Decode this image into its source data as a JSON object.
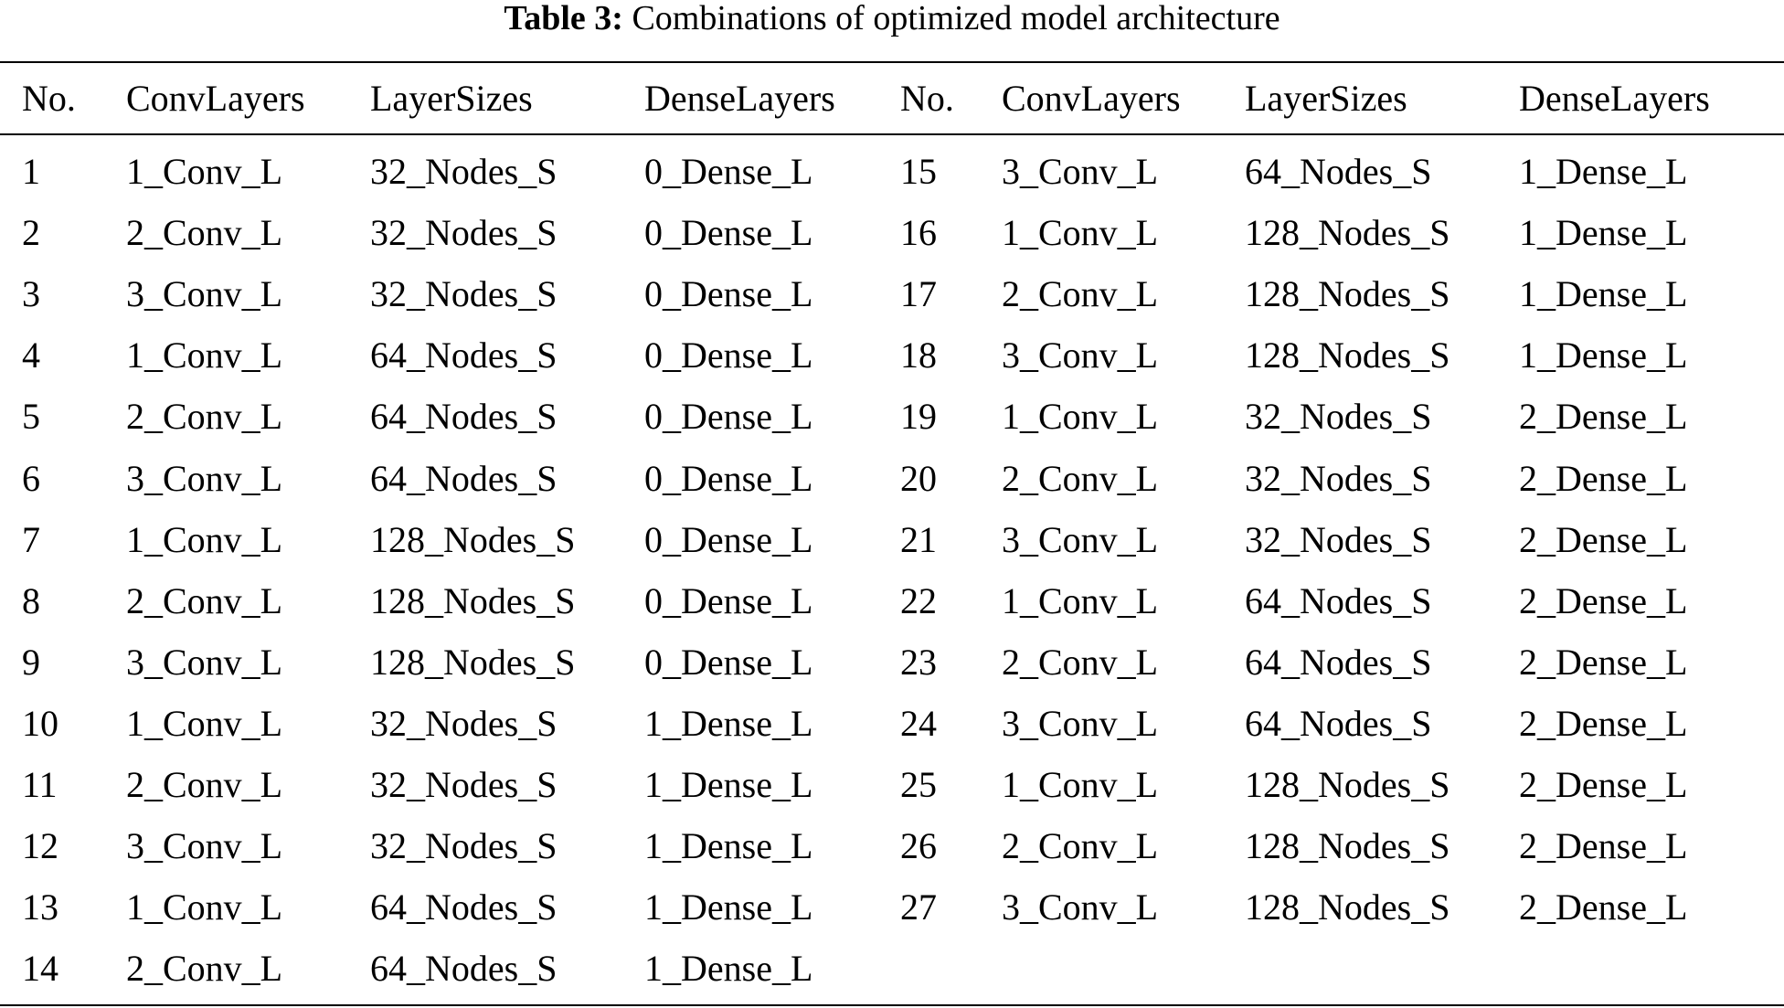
{
  "caption": {
    "label": "Table 3:",
    "text": "Combinations of optimized model architecture"
  },
  "columns": [
    "No.",
    "ConvLayers",
    "LayerSizes",
    "DenseLayers",
    "No.",
    "ConvLayers",
    "LayerSizes",
    "DenseLayers"
  ],
  "rows": [
    [
      "1",
      "1_Conv_L",
      "32_Nodes_S",
      "0_Dense_L",
      "15",
      "3_Conv_L",
      "64_Nodes_S",
      "1_Dense_L"
    ],
    [
      "2",
      "2_Conv_L",
      "32_Nodes_S",
      "0_Dense_L",
      "16",
      "1_Conv_L",
      "128_Nodes_S",
      "1_Dense_L"
    ],
    [
      "3",
      "3_Conv_L",
      "32_Nodes_S",
      "0_Dense_L",
      "17",
      "2_Conv_L",
      "128_Nodes_S",
      "1_Dense_L"
    ],
    [
      "4",
      "1_Conv_L",
      "64_Nodes_S",
      "0_Dense_L",
      "18",
      "3_Conv_L",
      "128_Nodes_S",
      "1_Dense_L"
    ],
    [
      "5",
      "2_Conv_L",
      "64_Nodes_S",
      "0_Dense_L",
      "19",
      "1_Conv_L",
      "32_Nodes_S",
      "2_Dense_L"
    ],
    [
      "6",
      "3_Conv_L",
      "64_Nodes_S",
      "0_Dense_L",
      "20",
      "2_Conv_L",
      "32_Nodes_S",
      "2_Dense_L"
    ],
    [
      "7",
      "1_Conv_L",
      "128_Nodes_S",
      "0_Dense_L",
      "21",
      "3_Conv_L",
      "32_Nodes_S",
      "2_Dense_L"
    ],
    [
      "8",
      "2_Conv_L",
      "128_Nodes_S",
      "0_Dense_L",
      "22",
      "1_Conv_L",
      "64_Nodes_S",
      "2_Dense_L"
    ],
    [
      "9",
      "3_Conv_L",
      "128_Nodes_S",
      "0_Dense_L",
      "23",
      "2_Conv_L",
      "64_Nodes_S",
      "2_Dense_L"
    ],
    [
      "10",
      "1_Conv_L",
      "32_Nodes_S",
      "1_Dense_L",
      "24",
      "3_Conv_L",
      "64_Nodes_S",
      "2_Dense_L"
    ],
    [
      "11",
      "2_Conv_L",
      "32_Nodes_S",
      "1_Dense_L",
      "25",
      "1_Conv_L",
      "128_Nodes_S",
      "2_Dense_L"
    ],
    [
      "12",
      "3_Conv_L",
      "32_Nodes_S",
      "1_Dense_L",
      "26",
      "2_Conv_L",
      "128_Nodes_S",
      "2_Dense_L"
    ],
    [
      "13",
      "1_Conv_L",
      "64_Nodes_S",
      "1_Dense_L",
      "27",
      "3_Conv_L",
      "128_Nodes_S",
      "2_Dense_L"
    ],
    [
      "14",
      "2_Conv_L",
      "64_Nodes_S",
      "1_Dense_L",
      "",
      "",
      "",
      ""
    ]
  ]
}
